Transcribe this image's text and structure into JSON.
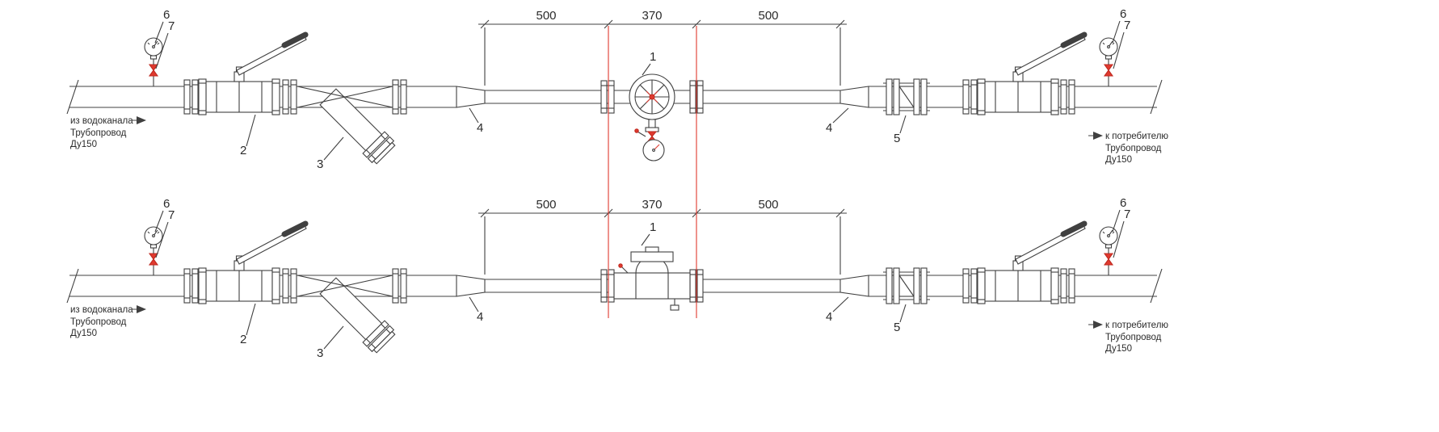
{
  "drawing": {
    "colors": {
      "line": "#404040",
      "accent_red": "#e03a2f",
      "background": "#ffffff"
    },
    "dimensions": {
      "seg1": "500",
      "seg2": "370",
      "seg3": "500"
    },
    "callouts": {
      "c1": "1",
      "c2": "2",
      "c3": "3",
      "c4": "4",
      "c5": "5",
      "c6": "6",
      "c7": "7"
    },
    "inlet_label": {
      "line1": "из водоканала",
      "line2": "Трубопровод",
      "line3": "Ду150"
    },
    "outlet_label": {
      "line1": "к потребителю",
      "line2": "Трубопровод",
      "line3": "Ду150"
    }
  }
}
